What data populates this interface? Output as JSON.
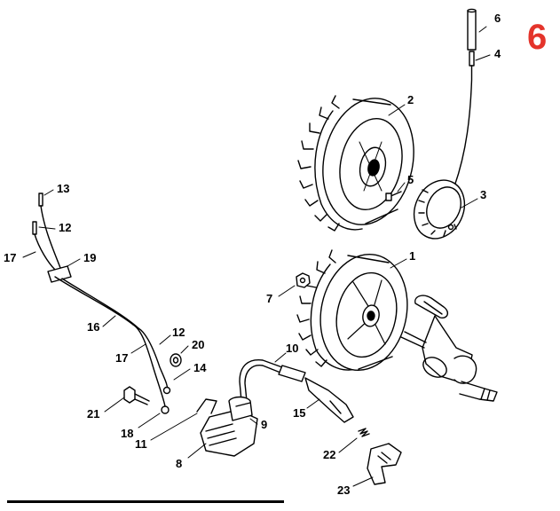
{
  "page_number": "6",
  "colors": {
    "ink": "#000000",
    "page_number": "#e4342b",
    "background": "#ffffff"
  },
  "callouts": {
    "c1": "1",
    "c2": "2",
    "c3": "3",
    "c4": "4",
    "c5": "5",
    "c6": "6",
    "c7": "7",
    "c8": "8",
    "c9": "9",
    "c10": "10",
    "c11": "11",
    "c12a": "12",
    "c12b": "12",
    "c13": "13",
    "c14": "14",
    "c15": "15",
    "c16": "16",
    "c17a": "17",
    "c17b": "17",
    "c18": "18",
    "c19": "19",
    "c20": "20",
    "c21": "21",
    "c22": "22",
    "c23": "23"
  }
}
